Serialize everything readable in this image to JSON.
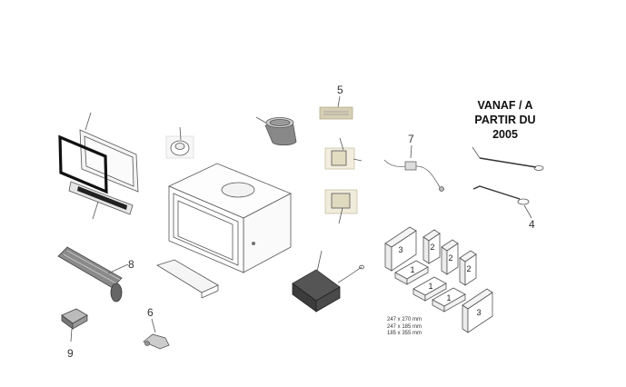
{
  "title": [
    "VANAF / A",
    "PARTIR DU",
    "2005"
  ],
  "callouts": [
    "5",
    "7",
    "4",
    "8",
    "6",
    "9"
  ],
  "brick_numbers": [
    "3",
    "2",
    "2",
    "2",
    "1",
    "1",
    "1",
    "3"
  ],
  "dimensions": [
    "247 x 270 mm",
    "247 x 185 mm",
    "185 x 355 mm"
  ]
}
